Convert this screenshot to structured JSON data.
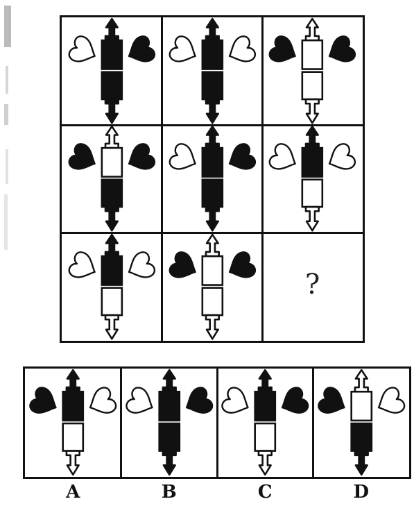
{
  "puzzle": {
    "grid": [
      [
        {
          "head": "black",
          "top": "black",
          "bottom": "black",
          "tail": "black",
          "left_heart": "white",
          "right_heart": "black"
        },
        {
          "head": "black",
          "top": "black",
          "bottom": "black",
          "tail": "black",
          "left_heart": "white",
          "right_heart": "white"
        },
        {
          "head": "white",
          "top": "white",
          "bottom": "white",
          "tail": "white",
          "left_heart": "black",
          "right_heart": "black"
        }
      ],
      [
        {
          "head": "white",
          "top": "white",
          "bottom": "black",
          "tail": "black",
          "left_heart": "black",
          "right_heart": "black"
        },
        {
          "head": "black",
          "top": "black",
          "bottom": "black",
          "tail": "black",
          "left_heart": "white",
          "right_heart": "black"
        },
        {
          "head": "black",
          "top": "black",
          "bottom": "white",
          "tail": "white",
          "left_heart": "white",
          "right_heart": "white"
        }
      ],
      [
        {
          "head": "black",
          "top": "black",
          "bottom": "white",
          "tail": "white",
          "left_heart": "white",
          "right_heart": "white"
        },
        {
          "head": "white",
          "top": "white",
          "bottom": "white",
          "tail": "white",
          "left_heart": "black",
          "right_heart": "black"
        },
        {
          "missing": true
        }
      ]
    ],
    "question_mark": "?",
    "options": [
      {
        "label": "A",
        "head": "black",
        "top": "black",
        "bottom": "white",
        "tail": "white",
        "left_heart": "black",
        "right_heart": "white"
      },
      {
        "label": "B",
        "head": "black",
        "top": "black",
        "bottom": "black",
        "tail": "black",
        "left_heart": "white",
        "right_heart": "black"
      },
      {
        "label": "C",
        "head": "black",
        "top": "black",
        "bottom": "white",
        "tail": "white",
        "left_heart": "white",
        "right_heart": "black"
      },
      {
        "label": "D",
        "head": "white",
        "top": "white",
        "bottom": "black",
        "tail": "black",
        "left_heart": "black",
        "right_heart": "white"
      }
    ]
  },
  "colors": {
    "ink": "#111111",
    "paper": "#ffffff"
  }
}
